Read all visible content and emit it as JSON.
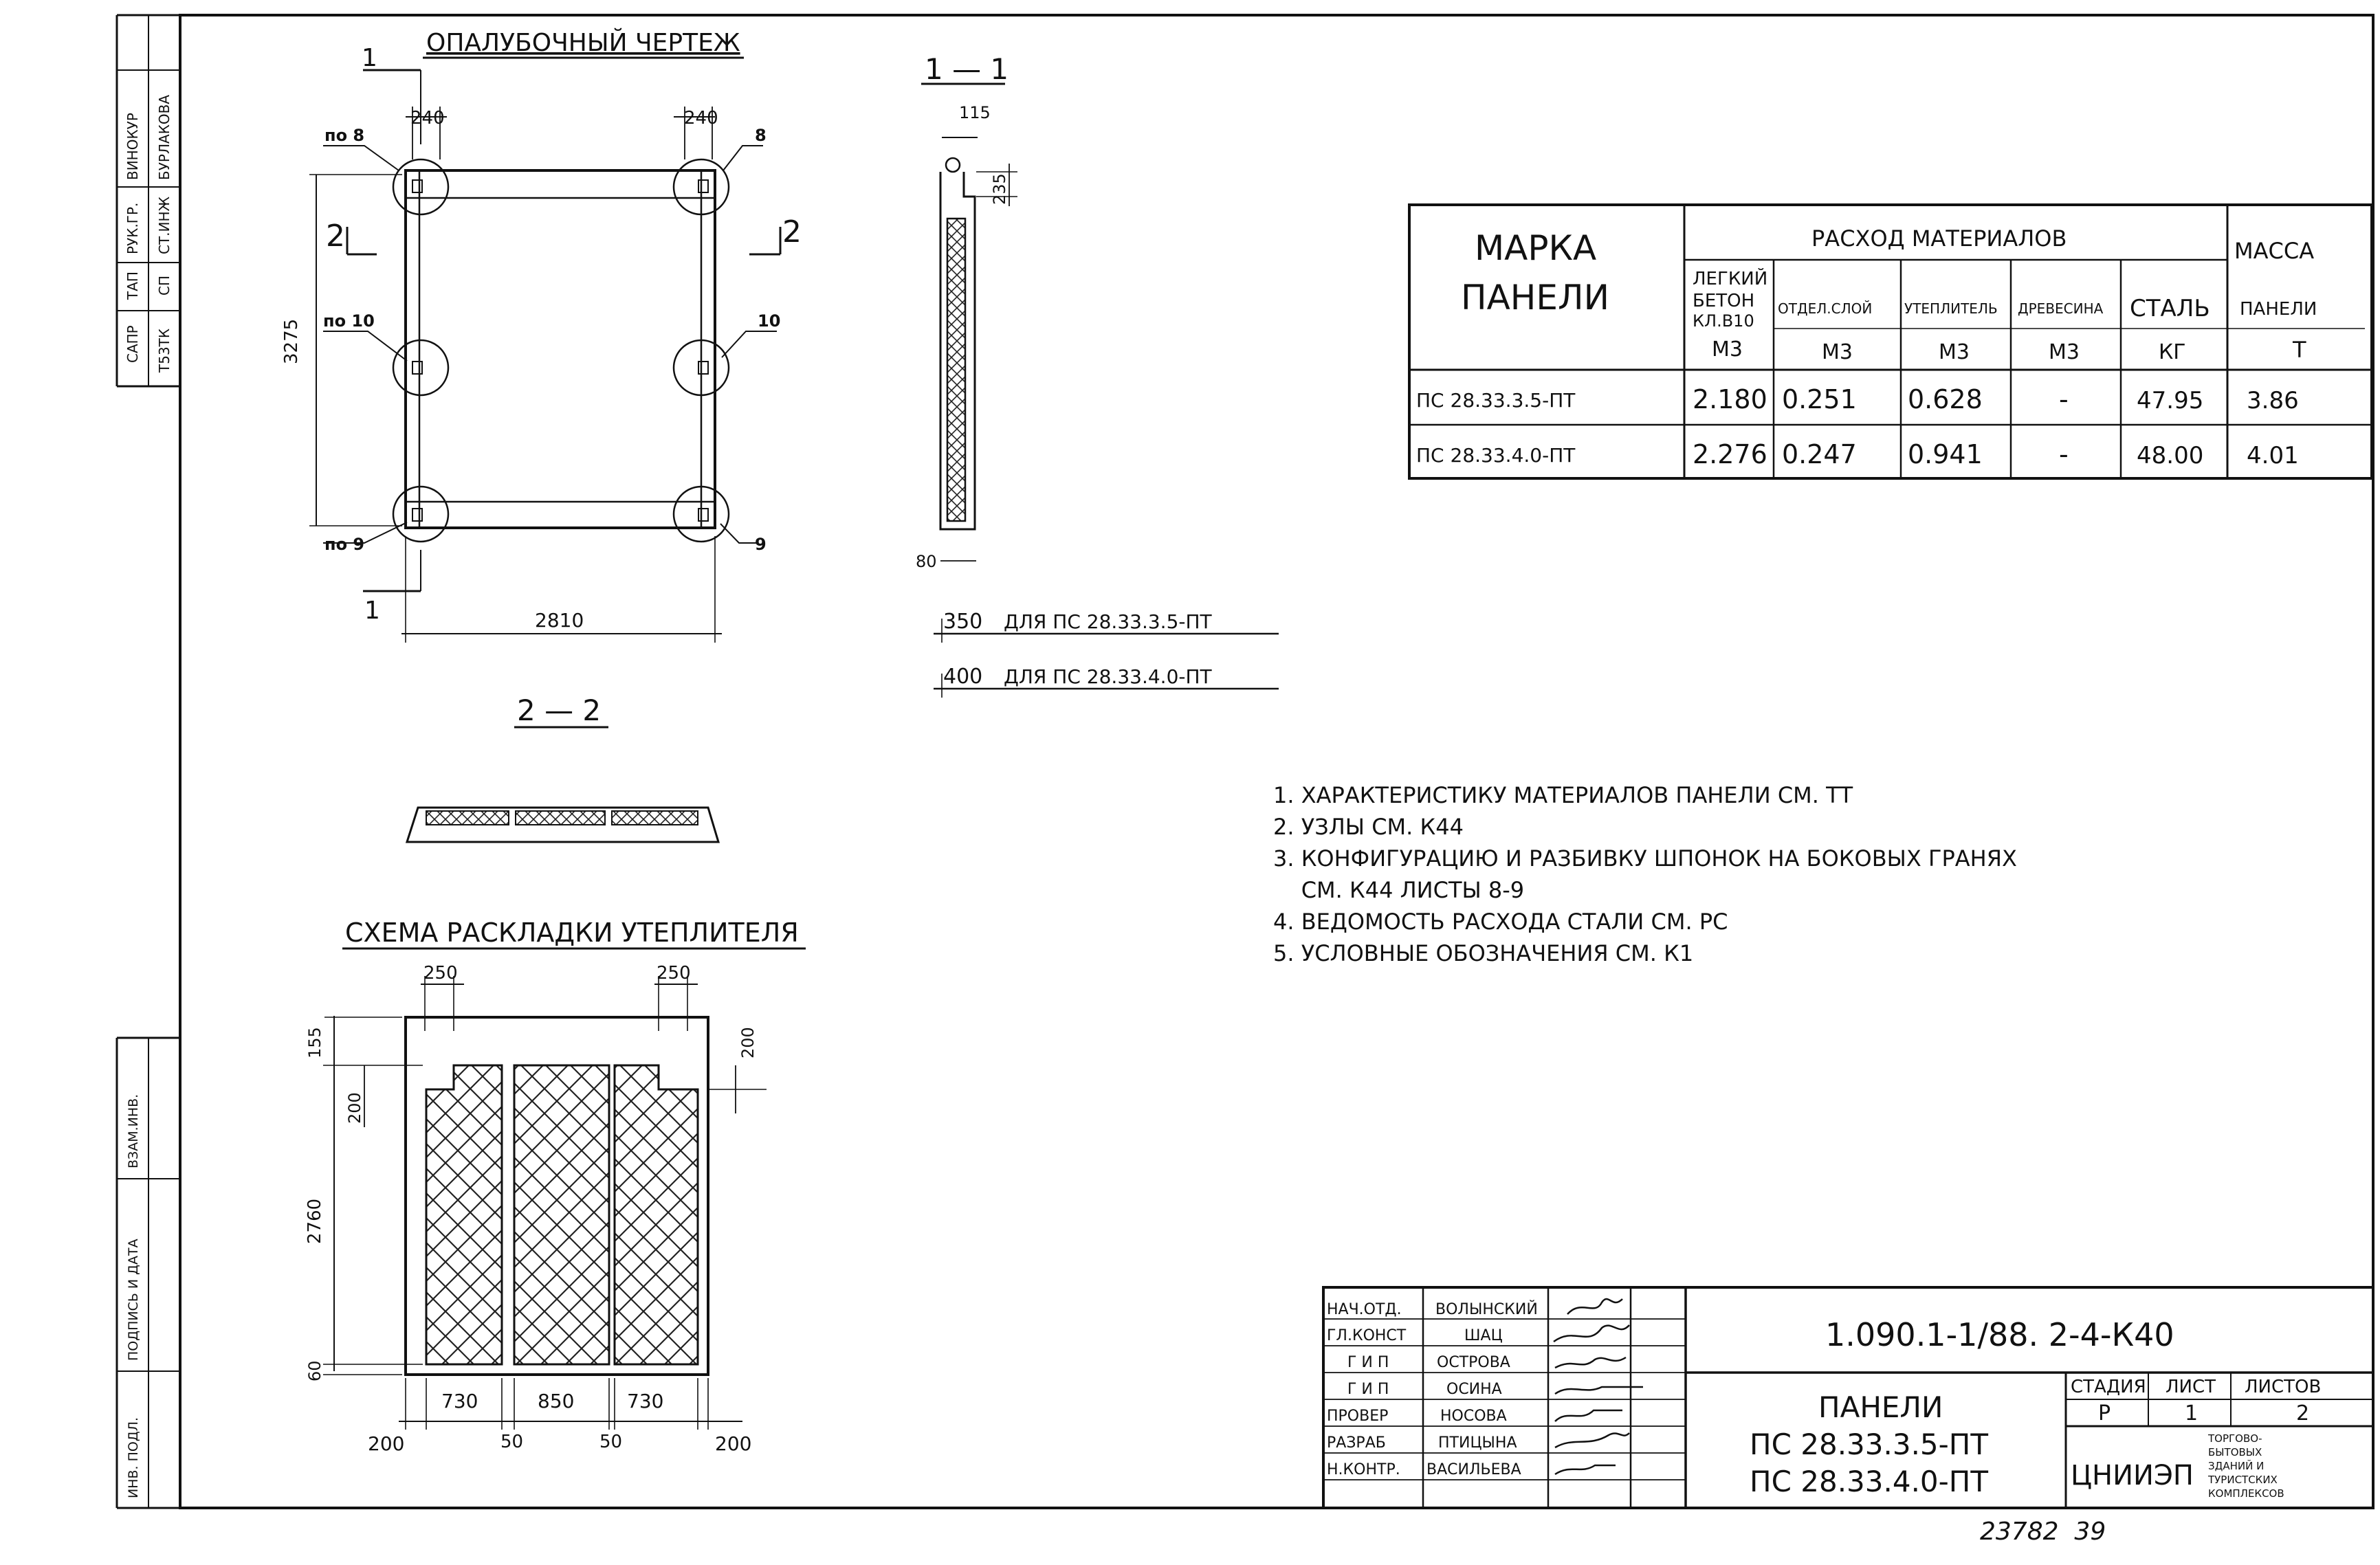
{
  "left_strip": {
    "top_labels": [
      "САПР",
      "Т53ТК",
      "ТАП",
      "СП",
      "РУК.ГР.",
      "СТ.ИНЖ",
      "ВИНОКУР",
      "БУРЛАКОВА"
    ],
    "bottom_labels": [
      "ВЗАМ.ИНВ.",
      "ПОДПИСЬ И ДАТА",
      "ИНВ. ПОДЛ."
    ]
  },
  "formwork": {
    "title": "ОПАЛУБОЧНЫЙ ЧЕРТЕЖ",
    "dim_240_left": "240",
    "dim_240_right": "240",
    "dim_height": "3275",
    "dim_width": "2810",
    "callout_po8": "по 8",
    "callout_8": "8",
    "callout_po10": "по 10",
    "callout_10": "10",
    "callout_po9": "по 9",
    "callout_9": "9",
    "section_1_top": "1",
    "section_1_bottom": "1",
    "section_2_left": "2",
    "section_2_right": "2"
  },
  "section_11": {
    "title": "1 — 1",
    "dim_115": "115",
    "dim_235": "235",
    "dim_80": "80",
    "dim_350": "350",
    "note_350": "ДЛЯ ПС 28.33.3.5-ПТ",
    "dim_400": "400",
    "note_400": "ДЛЯ ПС 28.33.4.0-ПТ"
  },
  "section_22": {
    "title": "2 — 2"
  },
  "insulation": {
    "title": "СХЕМА РАСКЛАДКИ УТЕПЛИТЕЛЯ",
    "dim_250_left": "250",
    "dim_250_right": "250",
    "dim_155": "155",
    "dim_200_left": "200",
    "dim_200_right": "200",
    "dim_2760": "2760",
    "dim_60": "60",
    "dim_730_left": "730",
    "dim_850": "850",
    "dim_730_right": "730",
    "dim_200_bl": "200",
    "dim_50_left": "50",
    "dim_50_right": "50",
    "dim_200_br": "200"
  },
  "materials_table": {
    "col_brand": [
      "МАРКА",
      "ПАНЕЛИ"
    ],
    "group_header": "РАСХОД МАТЕРИАЛОВ",
    "col_mass": [
      "МАССА",
      "ПАНЕЛИ",
      "Т"
    ],
    "columns": [
      {
        "name": [
          "ЛЕГКИЙ",
          "БЕТОН",
          "КЛ.В10"
        ],
        "unit": "М3"
      },
      {
        "name": [
          "ОТДЕЛ.СЛОЙ"
        ],
        "unit": "М3"
      },
      {
        "name": [
          "УТЕПЛИТЕЛЬ"
        ],
        "unit": "М3"
      },
      {
        "name": [
          "ДРЕВЕСИНА"
        ],
        "unit": "М3"
      },
      {
        "name": [
          "СТАЛЬ"
        ],
        "unit": "КГ"
      }
    ],
    "rows": [
      {
        "brand": "ПС 28.33.3.5-ПТ",
        "values": [
          "2.180",
          "0.251",
          "0.628",
          "-",
          "47.95",
          "3.86"
        ]
      },
      {
        "brand": "ПС 28.33.4.0-ПТ",
        "values": [
          "2.276",
          "0.247",
          "0.941",
          "-",
          "48.00",
          "4.01"
        ]
      }
    ]
  },
  "notes": [
    "1. ХАРАКТЕРИСТИКУ МАТЕРИАЛОВ ПАНЕЛИ СМ. ТТ",
    "2. УЗЛЫ СМ. К44",
    "3. КОНФИГУРАЦИЮ И РАЗБИВКУ ШПОНОК НА БОКОВЫХ ГРАНЯХ",
    "    СМ. К44 ЛИСТЫ 8-9",
    "4. ВЕДОМОСТЬ РАСХОДА СТАЛИ СМ. РС",
    "5. УСЛОВНЫЕ ОБОЗНАЧЕНИЯ СМ. К1"
  ],
  "title_block": {
    "code": "1.090.1-1/88. 2-4-К40",
    "title_line1": "ПАНЕЛИ",
    "title_line2": "ПС 28.33.3.5-ПТ",
    "title_line3": "ПС 28.33.4.0-ПТ",
    "stage_label": "СТАДИЯ",
    "sheet_label": "ЛИСТ",
    "sheets_label": "ЛИСТОВ",
    "stage": "Р",
    "sheet": "1",
    "sheets": "2",
    "org": "ЦНИИЭП",
    "org_sub": [
      "ТОРГОВО-",
      "БЫТОВЫХ",
      "ЗДАНИЙ И",
      "ТУРИСТСКИХ",
      "КОМПЛЕКСОВ"
    ],
    "staff": [
      {
        "role": "НАЧ.ОТД.",
        "name": "ВОЛЫНСКИЙ"
      },
      {
        "role": "ГЛ.КОНСТ",
        "name": "ШАЦ"
      },
      {
        "role": "Г И П",
        "name": "ОСТРОВА"
      },
      {
        "role": "Г И П",
        "name": "ОСИНА"
      },
      {
        "role": "ПРОВЕР",
        "name": "НОСОВА"
      },
      {
        "role": "РАЗРАБ",
        "name": "ПТИЦЫНА"
      },
      {
        "role": "Н.КОНТР.",
        "name": "ВАСИЛЬЕВА"
      }
    ]
  },
  "footer_number": "23782  39"
}
